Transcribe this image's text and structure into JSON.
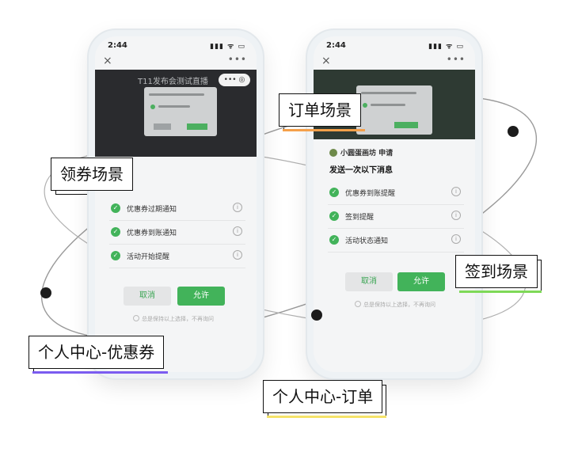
{
  "accent_colors": {
    "green": "#42b35a",
    "orange": "#f5a04a",
    "purple": "#7b5cf0",
    "lime": "#7ed957",
    "yellow": "#f6e36a"
  },
  "left_phone": {
    "status_time": "2:44",
    "status_icons": "▮▮▮ ᯤ ▭",
    "close_icon": "×",
    "more_icon": "•••",
    "video_title": "T11发布会测试直播",
    "capsule": "••• ◎",
    "items": [
      {
        "label": "优惠券过期通知"
      },
      {
        "label": "优惠券到账通知"
      },
      {
        "label": "活动开始提醒"
      }
    ],
    "cancel_label": "取消",
    "allow_label": "允许",
    "remember_text": "总是保持以上选择，不再询问"
  },
  "right_phone": {
    "status_time": "2:44",
    "status_icons": "▮▮▮ ᯤ ▭",
    "close_icon": "×",
    "more_icon": "•••",
    "app_name": "小圆蛋画坊 申请",
    "subtitle": "发送一次以下消息",
    "items": [
      {
        "label": "优惠券到账提醒"
      },
      {
        "label": "签到提醒"
      },
      {
        "label": "活动状态通知"
      }
    ],
    "cancel_label": "取消",
    "allow_label": "允许",
    "remember_text": "总是保持以上选择，不再询问"
  },
  "scene_labels": {
    "coupon": "领券场景",
    "order": "订单场景",
    "checkin": "签到场景",
    "center_coupon": "个人中心-优惠券",
    "center_order": "个人中心-订单"
  }
}
